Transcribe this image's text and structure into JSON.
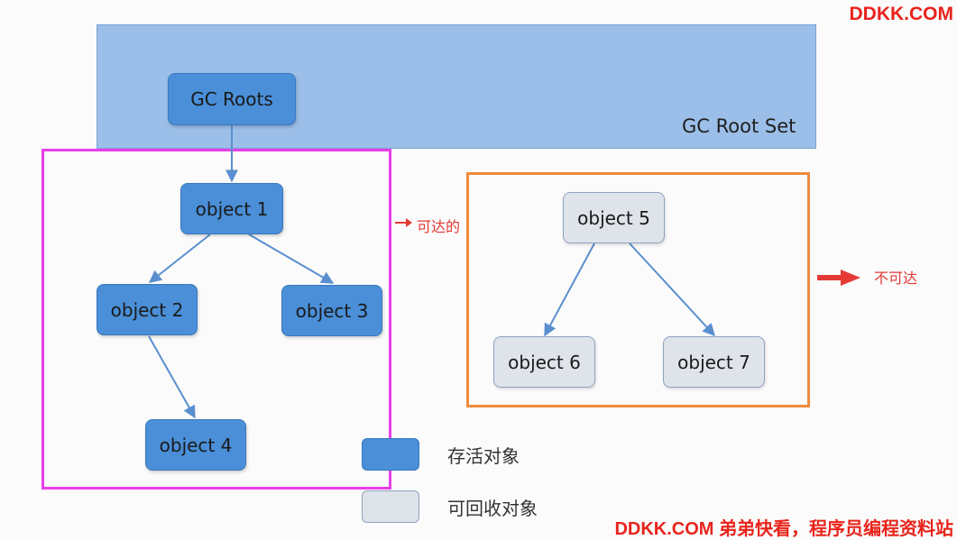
{
  "watermark": {
    "top": "DDKK.COM",
    "bottom": "DDKK.COM 弟弟快看，程序员编程资料站"
  },
  "root_set": {
    "label": "GC Root Set",
    "root_node": "GC Roots"
  },
  "nodes": {
    "object1": "object 1",
    "object2": "object 2",
    "object3": "object 3",
    "object4": "object 4",
    "object5": "object 5",
    "object6": "object 6",
    "object7": "object 7"
  },
  "annotations": {
    "reachable": "可达的",
    "unreachable": "不可达"
  },
  "legend": {
    "live": "存活对象",
    "collectable": "可回收对象"
  },
  "colors": {
    "live_node": "#4a8fd8",
    "dead_node": "#dfe3ea",
    "root_set_bg": "#9bbfe8",
    "reachable_frame": "#e83fe8",
    "unreachable_frame": "#f08a3c",
    "edge": "#5a8fcf",
    "annotation": "#e53935"
  }
}
